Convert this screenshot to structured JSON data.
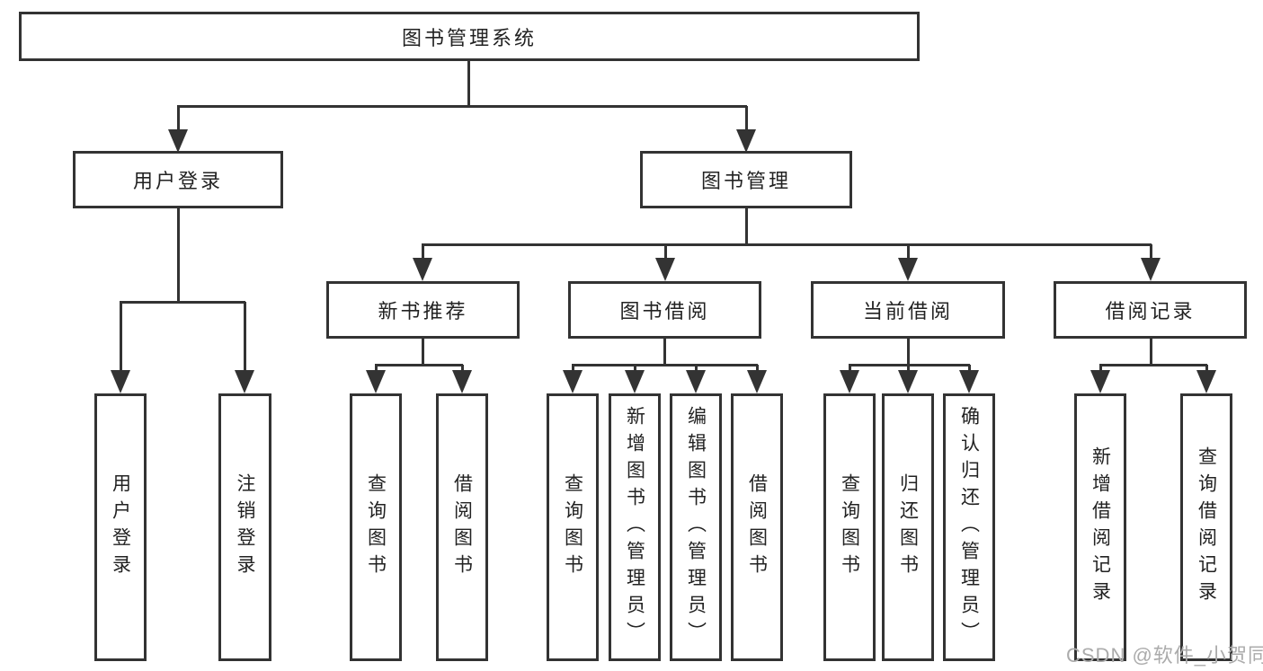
{
  "page": {
    "background": "#ffffff"
  },
  "colors": {
    "line": "#333333",
    "text": "#222222",
    "watermark": "#ababab"
  },
  "diagram": {
    "title": "图书管理系统",
    "level2": {
      "user_login": "用户登录",
      "book_mgmt": "图书管理"
    },
    "level3": {
      "new_book_rec": "新书推荐",
      "book_borrow": "图书借阅",
      "current_borrow": "当前借阅",
      "borrow_records": "借阅记录"
    },
    "leaves": {
      "user_login": "用户登录",
      "logout": "注销登录",
      "rec_query_book": "查询图书",
      "rec_borrow_book": "借阅图书",
      "bb_query_book": "查询图书",
      "bb_add_book": "新增图书（管理员）",
      "bb_edit_book": "编辑图书（管理员）",
      "bb_borrow_book": "借阅图书",
      "cb_query_book": "查询图书",
      "cb_return_book": "归还图书",
      "cb_confirm_return": "确认归还（管理员）",
      "br_add_record": "新增借阅记录",
      "br_query_record": "查询借阅记录"
    }
  },
  "watermark": "CSDN @软件_小贺同学"
}
